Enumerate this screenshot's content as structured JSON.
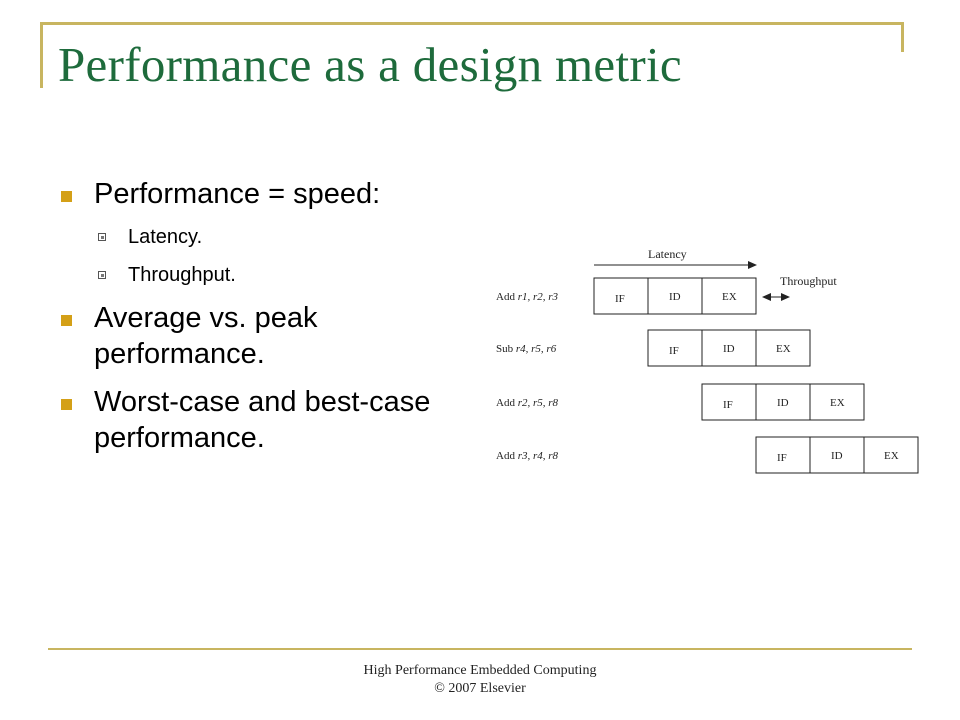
{
  "slide": {
    "title": "Performance as a design metric",
    "bullets": [
      {
        "text": "Performance = speed:",
        "sub": [
          "Latency.",
          "Throughput."
        ]
      },
      {
        "text": "Average vs. peak performance."
      },
      {
        "text": "Worst-case and best-case performance."
      }
    ],
    "colors": {
      "title": "#1e6b3c",
      "accent": "#c8b560",
      "bullet": "#d4a017"
    }
  },
  "diagram": {
    "latency_label": "Latency",
    "throughput_label": "Throughput",
    "stage_labels": [
      "IF",
      "ID",
      "EX"
    ],
    "instructions": [
      {
        "op": "Add",
        "regs": "r1, r2, r3"
      },
      {
        "op": "Sub",
        "regs": "r4, r5, r6"
      },
      {
        "op": "Add",
        "regs": "r2, r5, r8"
      },
      {
        "op": "Add",
        "regs": "r3, r4, r8"
      }
    ]
  },
  "footer": {
    "line1": "High Performance Embedded Computing",
    "line2": "© 2007 Elsevier"
  }
}
